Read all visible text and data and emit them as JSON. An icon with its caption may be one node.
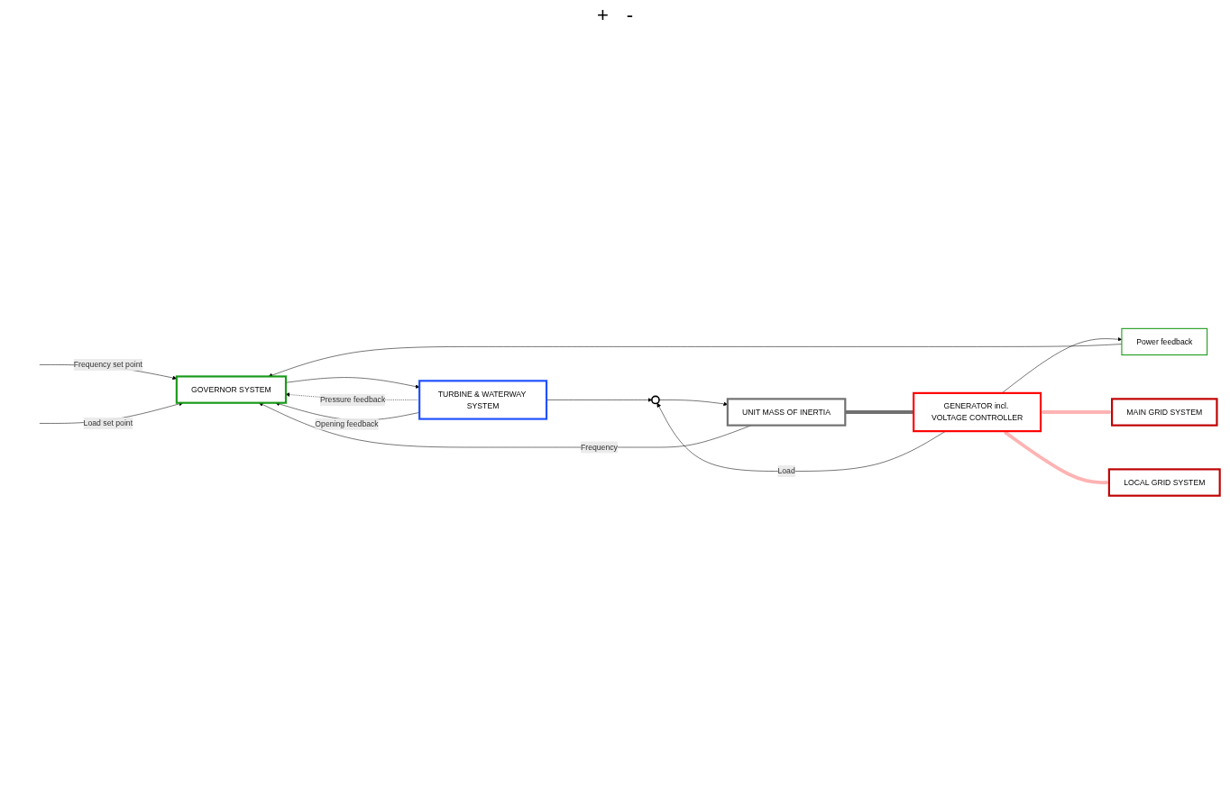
{
  "diagram": {
    "nodes": [
      {
        "text": [
          "GOVERNOR SYSTEM"
        ]
      },
      {
        "text": [
          "TURBINE & WATERWAY SYSTEM"
        ]
      },
      {
        "text": [],
        "shape": "circle"
      },
      {
        "text": [
          "UNIT MASS OF INERTIA"
        ]
      },
      {
        "text": [
          "Power feedback"
        ]
      },
      {
        "text": [
          "GENERATOR incl. VOLTAGE CONTROLLER"
        ]
      },
      {
        "text": [
          "MAIN GRID SYSTEM"
        ]
      },
      {
        "text": [
          "LOCAL GRID SYSTEM"
        ]
      }
    ],
    "edges": [
      {
        "from": null,
        "to": 0,
        "arrow": "to",
        "label": "Frequency set point"
      },
      {
        "from": null,
        "to": 0,
        "arrow": "to",
        "label": "Load set point"
      },
      {
        "from": 0,
        "to": 1,
        "arrow": "to"
      },
      {
        "from": 1,
        "to": 2,
        "arrow": "to"
      },
      {
        "from": 2,
        "to": 3,
        "arrow": "to"
      },
      {
        "from": 3,
        "to": 0,
        "arrow": "to",
        "label": "Frequency"
      },
      {
        "from": 1,
        "to": 0,
        "arrow": "to",
        "label": "Pressure feedback",
        "style": "dashed"
      },
      {
        "from": 1,
        "to": 0,
        "arrow": "to",
        "label": "Opening feedback"
      },
      {
        "from": 5,
        "to": 2,
        "arrow": "to",
        "label": "Load"
      },
      {
        "from": 5,
        "to": 4,
        "arrow": "to"
      },
      {
        "from": 4,
        "to": 0,
        "arrow": "to"
      },
      {
        "from": 3,
        "to": 5,
        "arrow": "none",
        "style": "thick",
        "color": "#707070"
      },
      {
        "from": 5,
        "to": 6,
        "arrow": "both",
        "style": "thick",
        "color": "#ffb3b3"
      },
      {
        "from": 5,
        "to": 7,
        "arrow": "both",
        "style": "thick",
        "color": "#ffb3b3"
      }
    ],
    "labels": [
      "+",
      "-"
    ]
  }
}
